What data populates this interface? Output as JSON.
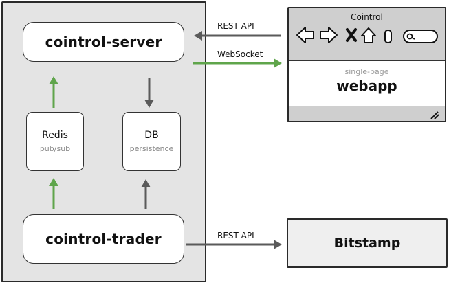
{
  "server": {
    "label": "cointrol-server"
  },
  "trader": {
    "label": "cointrol-trader"
  },
  "redis": {
    "title": "Redis",
    "subtitle": "pub/sub"
  },
  "db": {
    "title": "DB",
    "subtitle": "persistence"
  },
  "browser": {
    "title": "Cointrol",
    "subtitle": "single-page",
    "main": "webapp"
  },
  "bitstamp": {
    "label": "Bitstamp"
  },
  "edges": {
    "rest_api_top": "REST API",
    "websocket": "WebSocket",
    "rest_api_bottom": "REST API"
  },
  "colors": {
    "green_arrow": "#5fa54b",
    "gray_arrow": "#5a5a5a",
    "panel": "#e4e4e4"
  },
  "icons": [
    "back-arrow-icon",
    "forward-arrow-icon",
    "close-x-icon",
    "home-icon",
    "bookmark-icon",
    "search-box-icon",
    "resize-grip-icon"
  ]
}
